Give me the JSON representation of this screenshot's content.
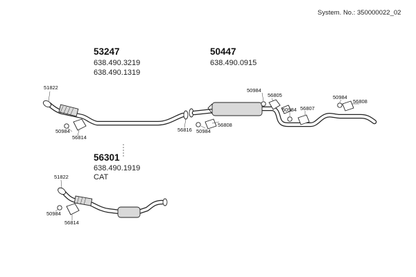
{
  "system": {
    "label": "System. No.: 350000022_02"
  },
  "groups": [
    {
      "number": "53247",
      "oe_numbers": [
        "638.490.3219",
        "638.490.1319"
      ],
      "note": ""
    },
    {
      "number": "50447",
      "oe_numbers": [
        "638.490.0915"
      ],
      "note": ""
    },
    {
      "number": "56301",
      "oe_numbers": [
        "638.490.1919"
      ],
      "note": "CAT"
    }
  ],
  "callouts": {
    "c1": "51822",
    "c2": "50984",
    "c3": "56814",
    "c4": "56816",
    "c5": "50984",
    "c6": "56808",
    "c7": "50984",
    "c8": "56805",
    "c9": "50984",
    "c10": "56807",
    "c11": "50984",
    "c12": "56808",
    "c13": "51822",
    "c14": "50984",
    "c15": "56814"
  }
}
